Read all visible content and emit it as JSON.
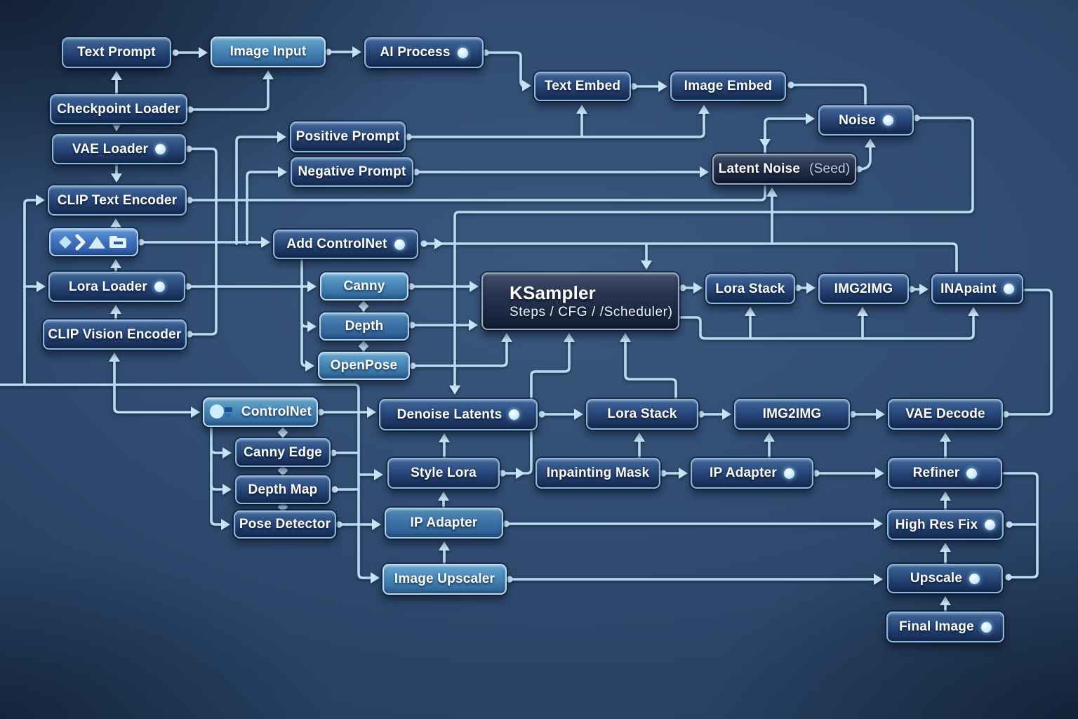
{
  "diagram_title": "AI image generation workflow node graph",
  "colors": {
    "background_center": "#36537a",
    "background_edge": "#122240",
    "connector": "#b7dcf3",
    "arrowhead": "#c6e4f7",
    "indicator_dot": "#cdeeff",
    "node_standard_top": "#41679a",
    "node_standard_bottom": "#1a3159",
    "node_light_top": "#68a6ce",
    "node_dark_top": "#41506c",
    "seed_text": "#c0cbd9"
  },
  "nodes": [
    {
      "id": "text-prompt",
      "label": "Text Prompt",
      "variant": "std",
      "dot": false
    },
    {
      "id": "image-input",
      "label": "Image Input",
      "variant": "light",
      "dot": false
    },
    {
      "id": "ai-process",
      "label": "AI  Process",
      "variant": "std",
      "dot": true
    },
    {
      "id": "text-embed",
      "label": "Text Embed",
      "variant": "std",
      "dot": false
    },
    {
      "id": "image-embed",
      "label": "Image Embed",
      "variant": "std",
      "dot": false
    },
    {
      "id": "checkpoint-loader",
      "label": "Checkpoint Loader",
      "variant": "std",
      "dot": false
    },
    {
      "id": "noise",
      "label": "Noise",
      "variant": "std",
      "dot": true
    },
    {
      "id": "vae-loader",
      "label": "VAE Loader",
      "variant": "std",
      "dot": true
    },
    {
      "id": "positive-prompt",
      "label": "Positive Prompt",
      "variant": "std",
      "dot": false
    },
    {
      "id": "negative-prompt",
      "label": "Negative Prompt",
      "variant": "std",
      "dot": false
    },
    {
      "id": "latent-noise",
      "label": "Latent Noise",
      "suffix": "(Seed)",
      "variant": "dark",
      "dot": false
    },
    {
      "id": "clip-text-encoder",
      "label": "CLIP Text Encoder",
      "variant": "std",
      "dot": false
    },
    {
      "id": "icon-strip",
      "label": "",
      "variant": "accent",
      "dot": false,
      "icons": [
        "diamond-icon",
        "chevron-icon",
        "mountain-icon",
        "folder-icon"
      ]
    },
    {
      "id": "add-controlnet",
      "label": "Add ControlNet",
      "variant": "std",
      "dot": true
    },
    {
      "id": "lora-loader",
      "label": "Lora Loader",
      "variant": "std",
      "dot": true
    },
    {
      "id": "canny",
      "label": "Canny",
      "variant": "light",
      "dot": false
    },
    {
      "id": "ksampler",
      "label": "KSampler",
      "sublabel": "Steps  /  CFG  /  /Scheduler)",
      "variant": "dark",
      "dot": false
    },
    {
      "id": "lora-stack-1",
      "label": "Lora Stack",
      "variant": "std",
      "dot": false
    },
    {
      "id": "img2img-1",
      "label": "IMG2IMG",
      "variant": "std",
      "dot": false
    },
    {
      "id": "inapaint",
      "label": "INApaint",
      "variant": "std",
      "dot": true
    },
    {
      "id": "clip-vision-encoder",
      "label": "CLIP Vision Encoder",
      "variant": "std",
      "dot": false
    },
    {
      "id": "depth",
      "label": "Depth",
      "variant": "mid",
      "dot": false
    },
    {
      "id": "openpose",
      "label": "OpenPose",
      "variant": "light",
      "dot": false
    },
    {
      "id": "controlnet",
      "label": "ControlNet",
      "variant": "light",
      "dot": false,
      "left_icon": "circle-list-icon"
    },
    {
      "id": "denoise-latents",
      "label": "Denoise Latents",
      "variant": "std",
      "dot": true
    },
    {
      "id": "lora-stack-2",
      "label": "Lora Stack",
      "variant": "std",
      "dot": false
    },
    {
      "id": "img2img-2",
      "label": "IMG2IMG",
      "variant": "std",
      "dot": false
    },
    {
      "id": "vae-decode",
      "label": "VAE Decode",
      "variant": "std",
      "dot": false
    },
    {
      "id": "canny-edge",
      "label": "Canny Edge",
      "variant": "std",
      "dot": false
    },
    {
      "id": "style-lora",
      "label": "Style Lora",
      "variant": "std",
      "dot": false
    },
    {
      "id": "inpainting-mask",
      "label": "Inpainting Mask",
      "variant": "std",
      "dot": false
    },
    {
      "id": "ip-adapter-2",
      "label": "IP Adapter",
      "variant": "std",
      "dot": true
    },
    {
      "id": "refiner",
      "label": "Refiner",
      "variant": "std",
      "dot": true
    },
    {
      "id": "depth-map",
      "label": "Depth Map",
      "variant": "std",
      "dot": false
    },
    {
      "id": "pose-detector",
      "label": "Pose Detector",
      "variant": "std",
      "dot": false
    },
    {
      "id": "ip-adapter-1",
      "label": "IP Adapter",
      "variant": "mid",
      "dot": false
    },
    {
      "id": "high-res-fix",
      "label": "High Res Fix",
      "variant": "std",
      "dot": true
    },
    {
      "id": "image-upscaler",
      "label": "Image Upscaler",
      "variant": "light",
      "dot": false
    },
    {
      "id": "upscale",
      "label": "Upscale",
      "variant": "std",
      "dot": true
    },
    {
      "id": "final-image",
      "label": "Final Image",
      "variant": "std",
      "dot": true
    }
  ]
}
